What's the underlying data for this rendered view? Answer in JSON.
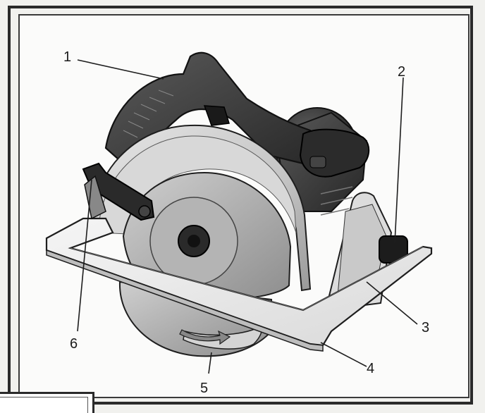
{
  "callouts": [
    {
      "id": "1",
      "label": "1"
    },
    {
      "id": "2",
      "label": "2"
    },
    {
      "id": "3",
      "label": "3"
    },
    {
      "id": "4",
      "label": "4"
    },
    {
      "id": "5",
      "label": "5"
    },
    {
      "id": "6",
      "label": "6"
    }
  ],
  "colors": {
    "outline": "#1e1e1e",
    "blade_guard": "#c9c9c9",
    "body_dark": "#3b3b3b",
    "handle": "#2e2e2e",
    "base_plate": "#eeeeee",
    "blade": "#a9a9a9"
  }
}
